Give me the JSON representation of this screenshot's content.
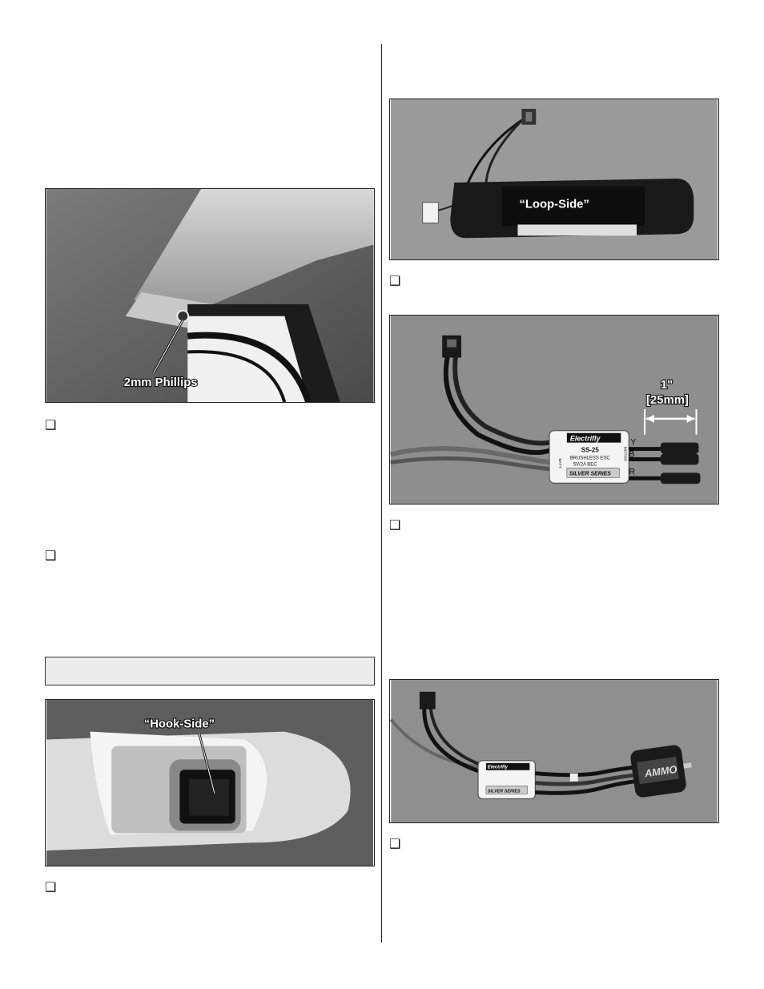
{
  "checkbox_glyph": "❑",
  "photos": {
    "phillips": {
      "label": "2mm Phillips"
    },
    "hook_side": {
      "label": "“Hook-Side”"
    },
    "loop_side": {
      "label": "“Loop-Side”"
    },
    "esc": {
      "dim_line1": "1\"",
      "dim_line2": "[25mm]",
      "brand": "Electrifly",
      "model": "SS-25",
      "desc1": "BRUSHLESS ESC",
      "desc2": "5V/2A BEC",
      "series": "SILVER SERIES",
      "batt": "BATT",
      "motor": "MOTOR",
      "wire_y": "Y",
      "wire_b": "B",
      "wire_r": "R"
    },
    "esc_motor": {
      "brand": "Electrifly",
      "series": "SILVER SERIES",
      "motor_brand": "AMMO"
    }
  },
  "colors": {
    "photo_bg": "#8a8a8a",
    "page_bg": "#ffffff"
  }
}
